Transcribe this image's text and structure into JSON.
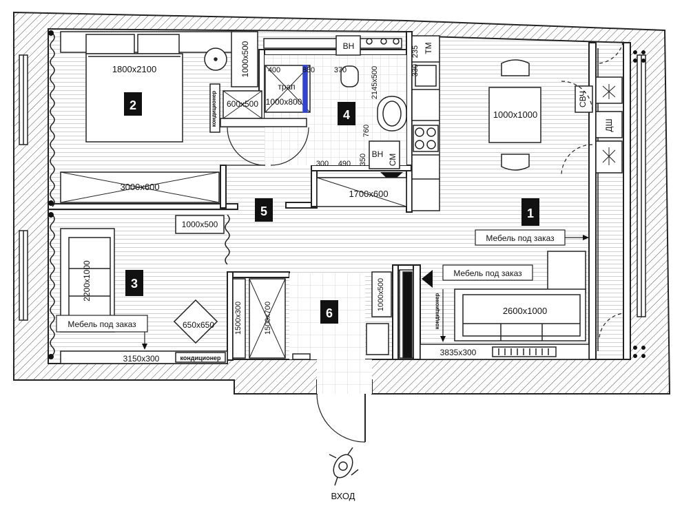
{
  "rooms": {
    "r1": "1",
    "r2": "2",
    "r3": "3",
    "r4": "4",
    "r5": "5",
    "r6": "6"
  },
  "dims": {
    "bed": "1800x2100",
    "wardrobe_bed": "1000x500",
    "vanity_v": "1000x500",
    "hall_h": "1000x500",
    "closet_bath": "600x500",
    "trap": "трап",
    "shower": "1000x800",
    "d400": "400",
    "d880": "880",
    "d370": "370",
    "d2145": "2145x500",
    "d760": "760",
    "d350": "350",
    "d300a": "300",
    "d490": "490",
    "wardrobe_bed2": "3000x600",
    "laundry": "1700x600",
    "table": "1000x1000",
    "sofa_living": "2600x1000",
    "sofa_r3": "2200x1000",
    "chair": "650x650",
    "shelf_r3": "3150x300",
    "console": "3835x300",
    "closet_hall_a": "1500x300",
    "closet_hall_b": "1500x700",
    "d235": "235",
    "d330": "330"
  },
  "equipment": {
    "vn1": "ВН",
    "vn2": "ВН",
    "vn3": "ВН",
    "cm": "СМ",
    "tm": "ТМ",
    "svch": "СВЧ",
    "dsh": "ДШ"
  },
  "notes": {
    "custom1": "Мебель под заказ",
    "custom2": "Мебель под заказ",
    "custom3": "Мебель под заказ",
    "ac1": "кондиционер",
    "ac2": "кондиционер",
    "ac3": "кондиционер"
  },
  "entrance": "вход"
}
